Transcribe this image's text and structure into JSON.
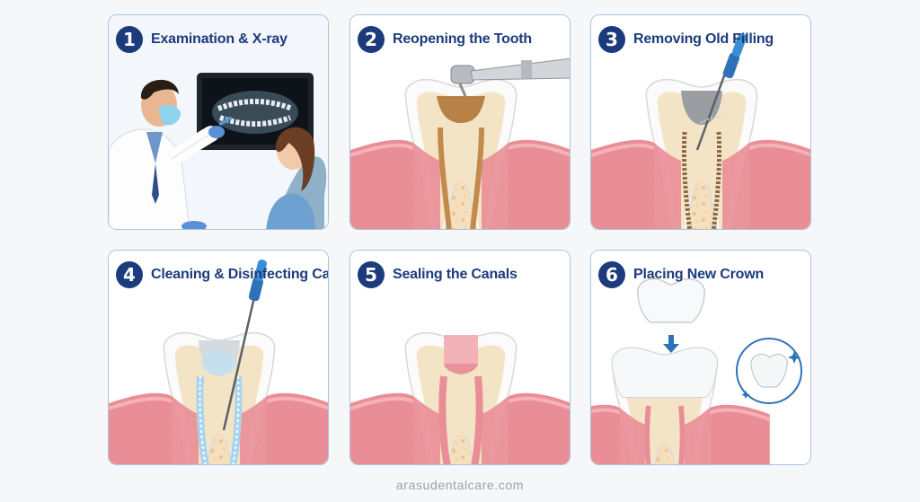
{
  "steps": [
    {
      "number": "1",
      "title": "Examination & X-ray",
      "icon": "examination-xray-illustration"
    },
    {
      "number": "2",
      "title": "Reopening the Tooth",
      "icon": "dental-drill-tooth-illustration"
    },
    {
      "number": "3",
      "title": "Removing Old Filling",
      "icon": "filling-removal-illustration"
    },
    {
      "number": "4",
      "title": "Cleaning & Disinfecting Canals",
      "icon": "canal-cleaning-illustration"
    },
    {
      "number": "5",
      "title": "Sealing the Canals",
      "icon": "canal-sealing-illustration"
    },
    {
      "number": "6",
      "title": "Placing New Crown",
      "icon": "crown-placement-illustration"
    }
  ],
  "footer": "arasudentalcare.com",
  "colors": {
    "badge": "#1c3b7c",
    "title": "#1c3b7c",
    "panel_border": "#a9c3e0",
    "gum": "#e98d96",
    "bone": "#f4dcb8"
  }
}
